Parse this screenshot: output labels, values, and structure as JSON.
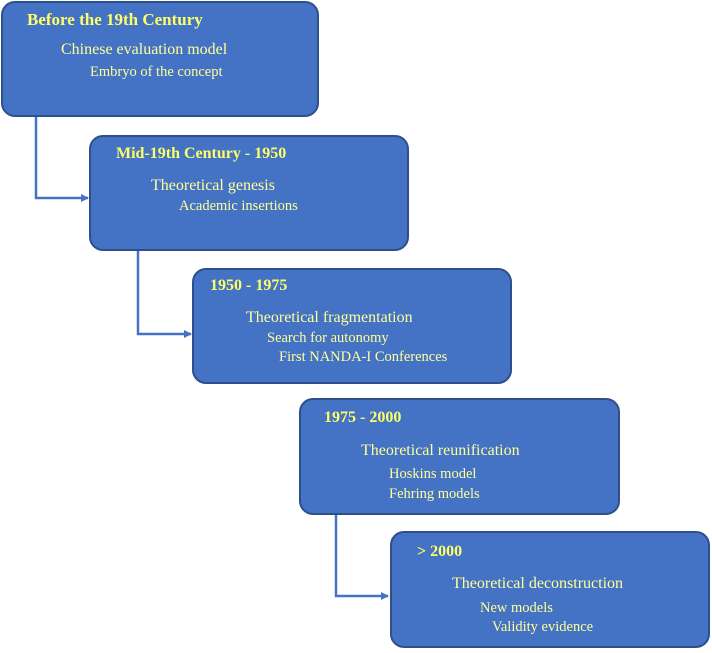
{
  "colors": {
    "box_fill": "#4472c4",
    "box_border": "#2f4f8a",
    "title_text": "#ffff66",
    "body_text": "#ffff99",
    "connector": "#4472c4"
  },
  "icons": [
    "arrow-right-icon"
  ],
  "stages": [
    {
      "title": "Before the 19th Century",
      "lines": [
        "Chinese evaluation model",
        "Embryo of the concept"
      ]
    },
    {
      "title": "Mid-19th Century - 1950",
      "lines": [
        "Theoretical genesis",
        "Academic insertions"
      ]
    },
    {
      "title": "1950 - 1975",
      "lines": [
        "Theoretical fragmentation",
        "Search for autonomy",
        "First NANDA-I Conferences"
      ]
    },
    {
      "title": "1975 - 2000",
      "lines": [
        "Theoretical reunification",
        "Hoskins model",
        "Fehring models"
      ]
    },
    {
      "title": "> 2000",
      "lines": [
        "Theoretical deconstruction",
        "New models",
        "Validity evidence"
      ]
    }
  ]
}
